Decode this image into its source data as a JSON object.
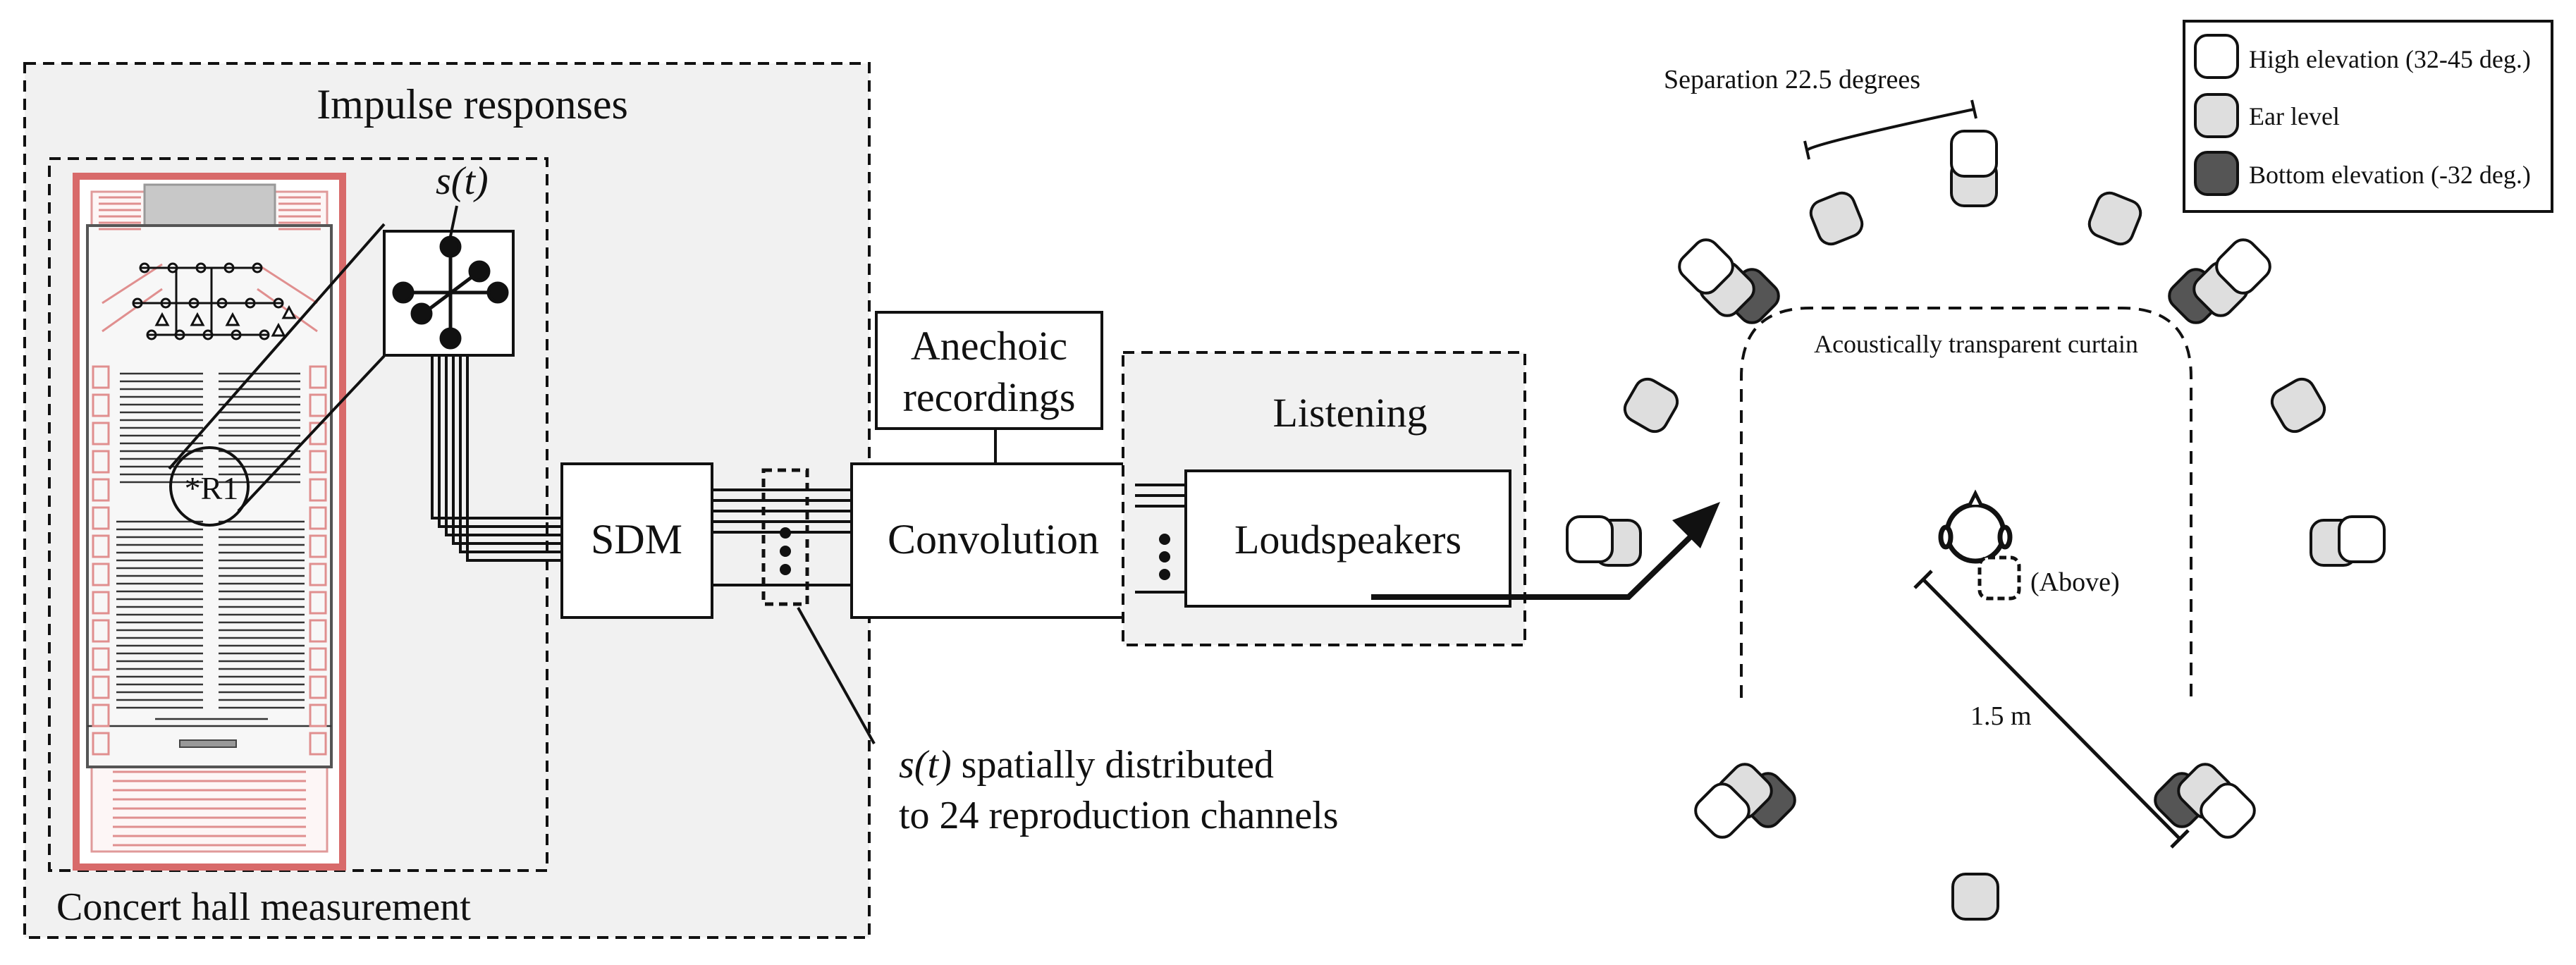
{
  "labels": {
    "impulse_responses": "Impulse responses",
    "concert_hall_measurement": "Concert hall measurement",
    "receiver": "*R1",
    "source_signal": "s(t)",
    "sdm": "SDM",
    "convolution": "Convolution",
    "anechoic_line1": "Anechoic",
    "anechoic_line2": "recordings",
    "listening": "Listening",
    "loudspeakers": "Loudspeakers",
    "distributed_line1_italic": "s(t)",
    "distributed_line1_rest": " spatially distributed",
    "distributed_line2": "to 24 reproduction channels",
    "separation": "Separation 22.5 degrees",
    "curtain": "Acoustically transparent curtain",
    "above": "(Above)",
    "distance": "1.5 m"
  },
  "legend": {
    "items": [
      {
        "label": "High elevation (32-45 deg.)",
        "color": "#ffffff"
      },
      {
        "label": "Ear level",
        "color": "#dedede"
      },
      {
        "label": "Bottom elevation (-32 deg.)",
        "color": "#555555"
      }
    ]
  }
}
